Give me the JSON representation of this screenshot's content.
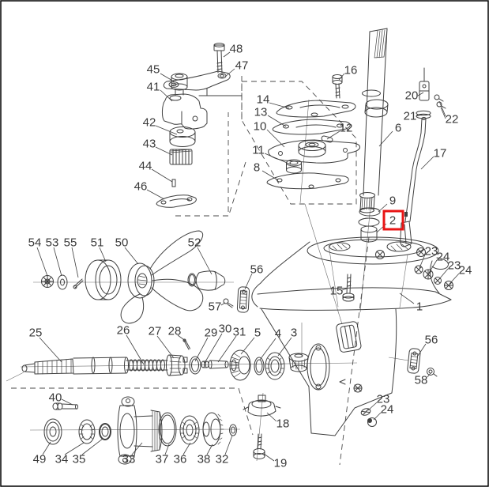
{
  "diagram": {
    "kind": "exploded-parts-diagram",
    "artwork_stroke": "#3f3f3f",
    "background": "#ffffff",
    "frame_color": "#000000",
    "highlight": {
      "label": "2",
      "color": "#e81414"
    }
  },
  "labels": {
    "p1": "1",
    "p2": "2",
    "p3": "3",
    "p4": "4",
    "p5": "5",
    "p6": "6",
    "p8": "8",
    "p9": "9",
    "p10": "10",
    "p11": "11",
    "p12": "12",
    "p13": "13",
    "p14": "14",
    "p15": "15",
    "p16": "16",
    "p17": "17",
    "p18": "18",
    "p19": "19",
    "p20": "20",
    "p21": "21",
    "p22": "22",
    "p23a": "23",
    "p24a": "24",
    "p23b": "23",
    "p24b": "24",
    "p23c": "23",
    "p24c": "24",
    "p25": "25",
    "p26": "26",
    "p27": "27",
    "p28": "28",
    "p29": "29",
    "p30": "30",
    "p31": "31",
    "p32": "32",
    "p33": "33",
    "p34": "34",
    "p35": "35",
    "p36": "36",
    "p37": "37",
    "p38": "38",
    "p40": "40",
    "p41": "41",
    "p42": "42",
    "p43": "43",
    "p44": "44",
    "p45": "45",
    "p46": "46",
    "p47": "47",
    "p48": "48",
    "p49": "49",
    "p50": "50",
    "p51": "51",
    "p52": "52",
    "p53": "53",
    "p54": "54",
    "p55": "55",
    "p56a": "56",
    "p56b": "56",
    "p57": "57",
    "p58": "58"
  }
}
